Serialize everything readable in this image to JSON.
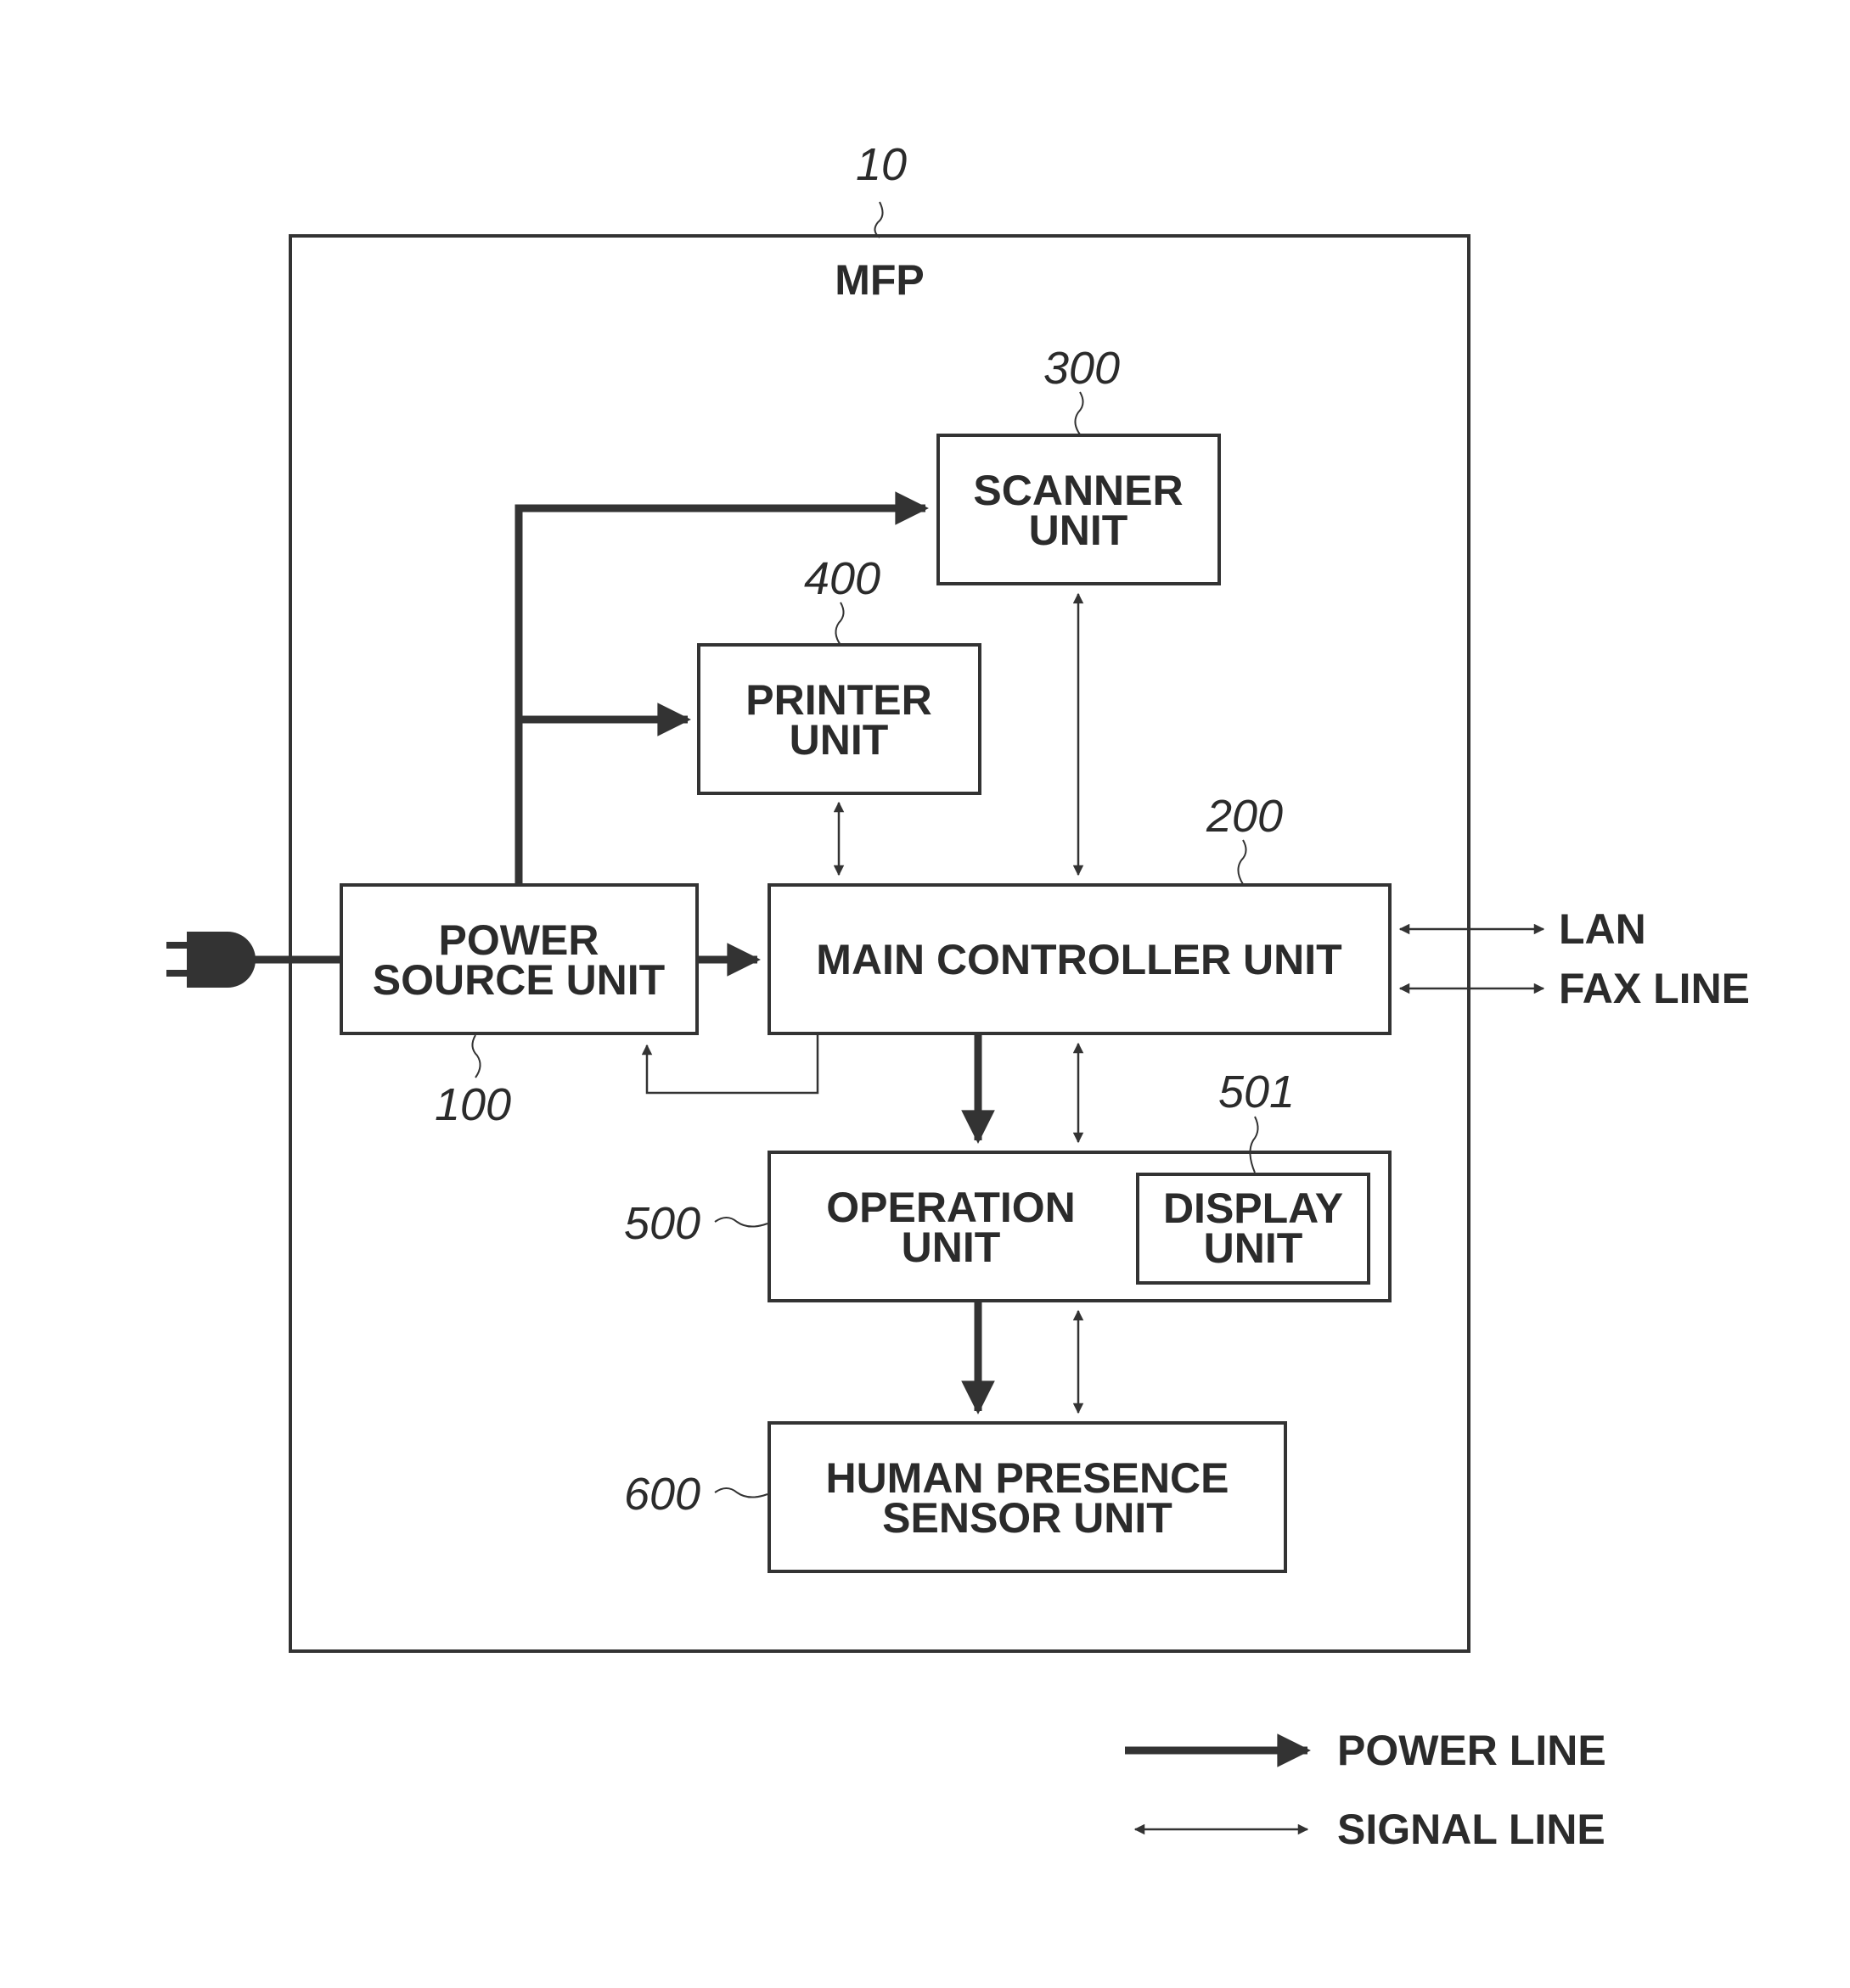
{
  "device": {
    "label": "MFP",
    "ref": "10"
  },
  "blocks": {
    "scanner": {
      "line1": "SCANNER",
      "line2": "UNIT",
      "ref": "300"
    },
    "printer": {
      "line1": "PRINTER",
      "line2": "UNIT",
      "ref": "400"
    },
    "power": {
      "line1": "POWER",
      "line2": "SOURCE UNIT",
      "ref": "100"
    },
    "main": {
      "label": "MAIN CONTROLLER UNIT",
      "ref": "200"
    },
    "operation": {
      "line1": "OPERATION",
      "line2": "UNIT",
      "ref": "500"
    },
    "display": {
      "line1": "DISPLAY",
      "line2": "UNIT",
      "ref": "501"
    },
    "sensor": {
      "line1": "HUMAN PRESENCE",
      "line2": "SENSOR UNIT",
      "ref": "600"
    }
  },
  "external": {
    "lan": "LAN",
    "fax": "FAX LINE"
  },
  "legend": {
    "power_line": "POWER LINE",
    "signal_line": "SIGNAL LINE"
  },
  "colors": {
    "ink": "#333333",
    "background": "#ffffff"
  }
}
